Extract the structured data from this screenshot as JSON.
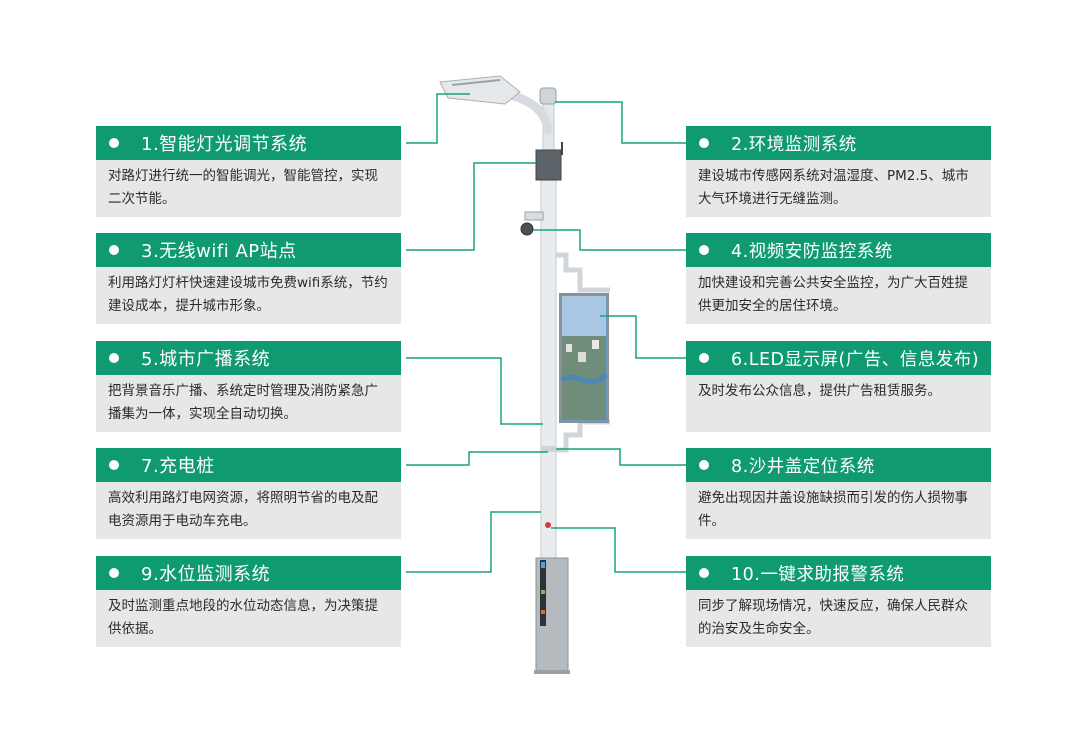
{
  "accent_color": "#0f9a72",
  "line_color": "#17a37a",
  "panel_color": "#e6e8e7",
  "cards": [
    {
      "title": "1.智能灯光调节系统",
      "desc": "对路灯进行统一的智能调光，智能管控，实现二次节能。"
    },
    {
      "title": "2.环境监测系统",
      "desc": "建设城市传感网系统对温湿度、PM2.5、城市大气环境进行无缝监测。"
    },
    {
      "title": "3.无线wifi AP站点",
      "desc": "利用路灯灯杆快速建设城市免费wifi系统，节约建设成本，提升城市形象。"
    },
    {
      "title": "4.视频安防监控系统",
      "desc": "加快建设和完善公共安全监控，为广大百姓提供更加安全的居住环境。"
    },
    {
      "title": "5.城市广播系统",
      "desc": " 把背景音乐广播、系统定时管理及消防紧急广播集为一体，实现全自动切换。"
    },
    {
      "title": "6.LED显示屏(广告、信息发布)",
      "desc": "及时发布公众信息，提供广告租赁服务。"
    },
    {
      "title": "7.充电桩",
      "desc": "高效利用路灯电网资源，将照明节省的电及配电资源用于电动车充电。"
    },
    {
      "title": "8.沙井盖定位系统",
      "desc": "避免出现因井盖设施缺损而引发的伤人损物事件。"
    },
    {
      "title": "9.水位监测系统",
      "desc": "及时监测重点地段的水位动态信息，为决策提供依据。"
    },
    {
      "title": "10.一键求助报警系统",
      "desc": "同步了解现场情况，快速反应，确保人民群众的治安及生命安全。"
    }
  ]
}
